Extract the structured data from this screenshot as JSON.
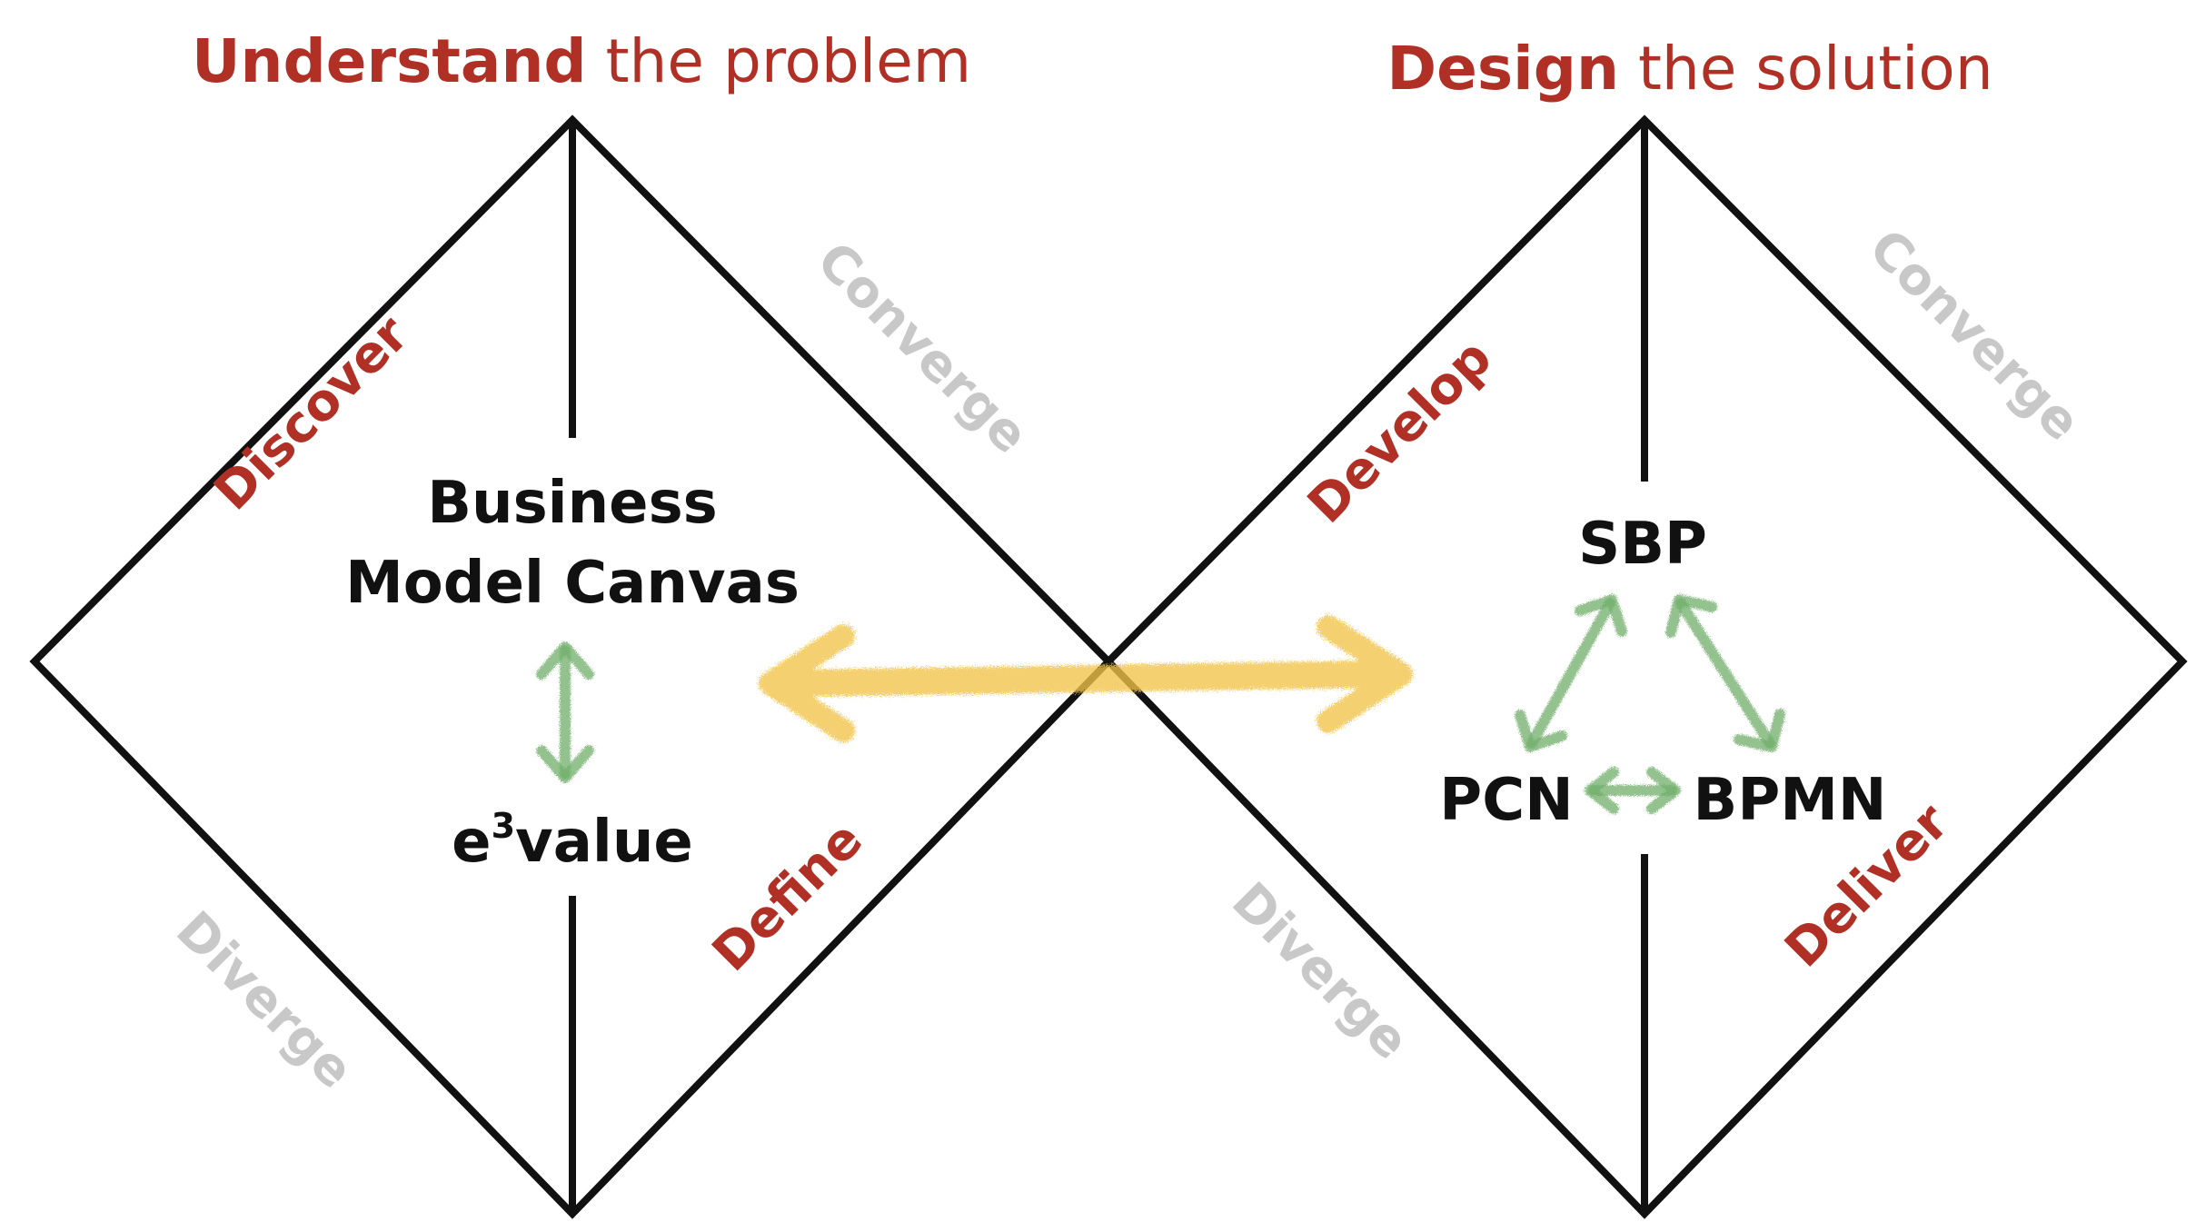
{
  "left_heading": {
    "bold": "Understand",
    "rest": " the problem"
  },
  "right_heading": {
    "bold": "Design",
    "rest": " the solution"
  },
  "phases": {
    "discover": "Discover",
    "define": "Define",
    "develop": "Develop",
    "deliver": "Deliver"
  },
  "modes": {
    "left_converge": "Converge",
    "left_diverge": "Diverge",
    "right_converge": "Converge",
    "right_diverge": "Diverge"
  },
  "left_models": {
    "bmc_line1": "Business",
    "bmc_line2": "Model Canvas",
    "e3value_base": "e",
    "e3value_sup": "3",
    "e3value_rest": "value"
  },
  "right_models": {
    "sbp": "SBP",
    "pcn": "PCN",
    "bpmn": "BPMN"
  },
  "colors": {
    "accent_red": "#b03025",
    "muted_gray": "#c8c8c8",
    "outline_black": "#111111",
    "link_green": "#6fae6a",
    "bridge_yellow": "#f3c448"
  },
  "icons": {
    "bridge": "double-headed-arrow",
    "links": "double-headed-arrow"
  }
}
